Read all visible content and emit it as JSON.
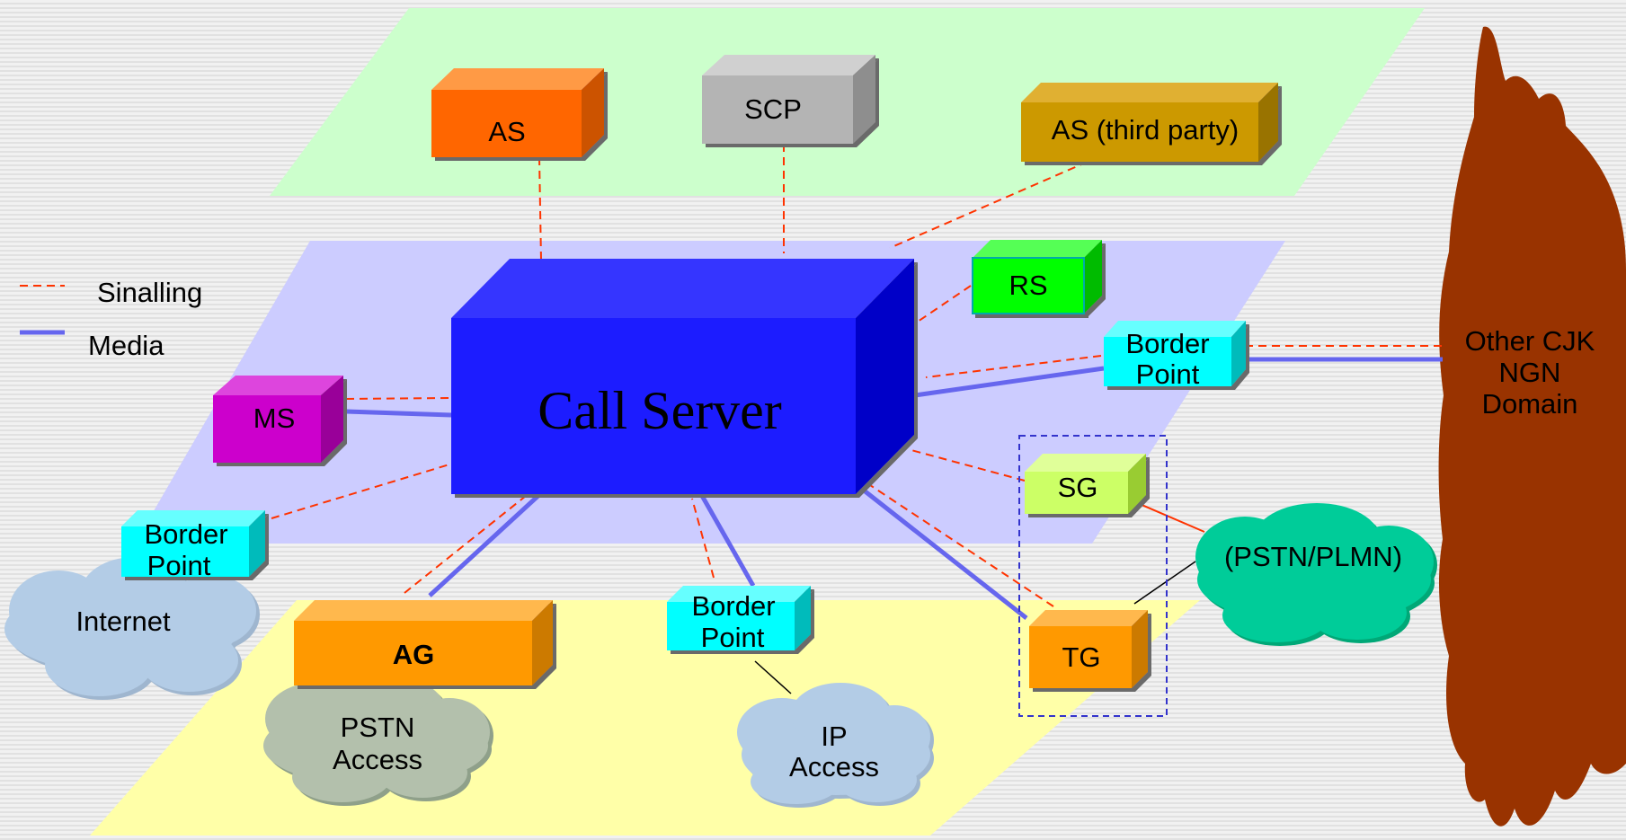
{
  "legend": {
    "signalling_label": "Sinalling",
    "media_label": "Media"
  },
  "nodes": {
    "as": "AS",
    "scp": "SCP",
    "as_third": "AS (third party)",
    "call_server": "Call Server",
    "rs": "RS",
    "ms": "MS",
    "border_left": [
      "Border",
      "Point"
    ],
    "border_right": [
      "Border",
      "Point"
    ],
    "border_bottom": [
      "Border",
      "Point"
    ],
    "sg": "SG",
    "tg": "TG",
    "ag": "AG"
  },
  "clouds": {
    "internet": "Internet",
    "pstn_access": [
      "PSTN",
      "Access"
    ],
    "ip_access": [
      "IP",
      "Access"
    ],
    "pstn_plmn": "(PSTN/PLMN)",
    "other_domain": [
      "Other CJK",
      "NGN",
      "Domain"
    ]
  },
  "colors": {
    "signalling": "#ff3300",
    "media": "#6666ee",
    "call_server": "#2f2fff",
    "as": "#ff6600",
    "scp": "#b4b4b4",
    "as_third": "#cc9900",
    "rs": "#00ff00",
    "ms": "#cc00cc",
    "border_point": "#00ffff",
    "sg": "#ccff66",
    "tg": "#ff9900",
    "ag": "#ff9900"
  }
}
